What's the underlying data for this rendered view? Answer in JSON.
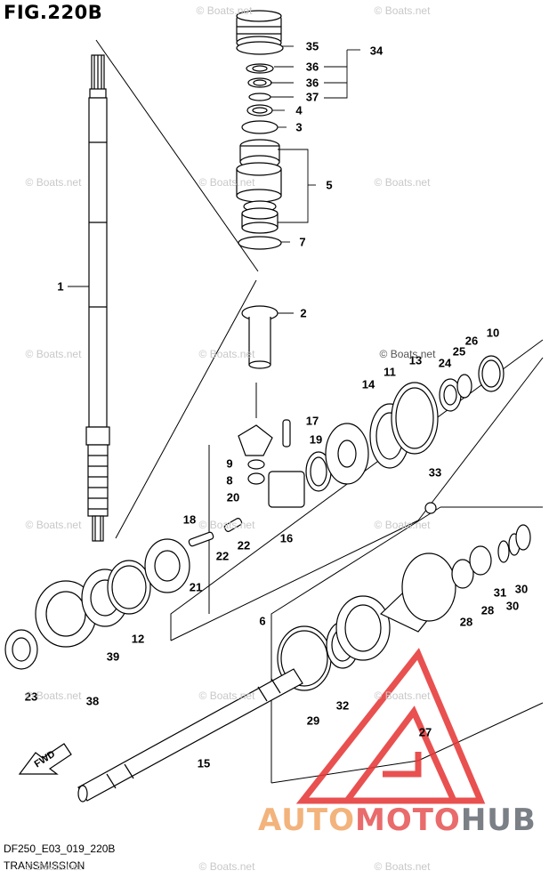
{
  "figure": {
    "title": "FIG.220B",
    "code": "DF250_E03_019_220B",
    "name": "TRANSMISSION"
  },
  "watermark": {
    "text": "© Boats.net"
  },
  "brand": {
    "part1": "AUTO",
    "part2": "MOTO",
    "part3": "HUB",
    "colors": {
      "auto": "#f3b37c",
      "moto": "#e96b6b",
      "hub": "#7b7f86",
      "logo": "#e63838"
    }
  },
  "direction_arrow": {
    "label": "FWD"
  },
  "callouts": [
    "1",
    "2",
    "3",
    "4",
    "5",
    "6",
    "7",
    "8",
    "9",
    "10",
    "11",
    "12",
    "13",
    "14",
    "15",
    "16",
    "17",
    "18",
    "19",
    "20",
    "21",
    "22",
    "22",
    "23",
    "24",
    "25",
    "26",
    "27",
    "28",
    "28",
    "29",
    "30",
    "30",
    "31",
    "32",
    "33",
    "34",
    "35",
    "36",
    "36",
    "37",
    "38",
    "39"
  ],
  "icons": {
    "direction": "fwd-arrow-icon",
    "logo": "triangle-logo-icon"
  }
}
